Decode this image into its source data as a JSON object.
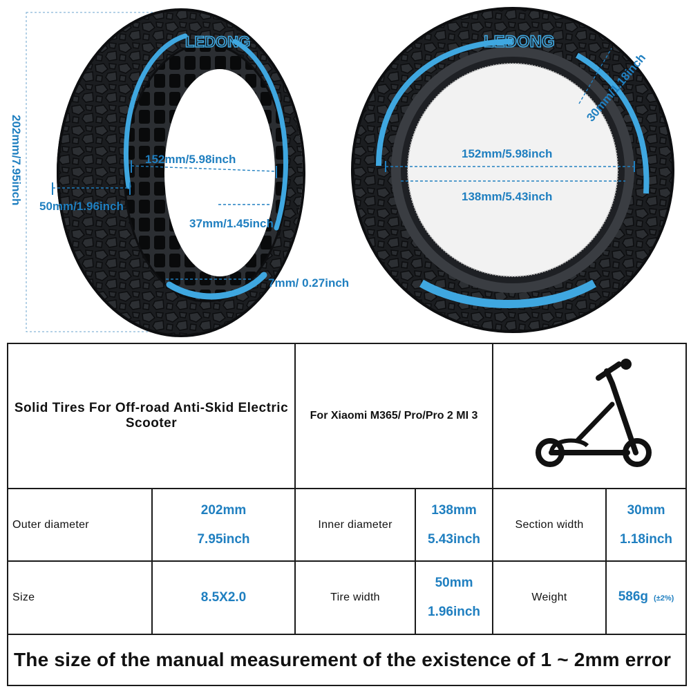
{
  "brand": "LEDONG",
  "dimensions": {
    "height_left": "202mm/7.95inch",
    "left_inner": "152mm/5.98inch",
    "left_width": "50mm/1.96inch",
    "left_hole": "37mm/1.45inch",
    "left_rib": "7mm/ 0.27inch",
    "right_section": "30mm/1.18inch",
    "right_inner_outer": "152mm/5.98inch",
    "right_inner": "138mm/5.43inch"
  },
  "table": {
    "title": "Solid Tires For Off-road Anti-Skid Electric Scooter",
    "compat": "For Xiaomi M365/ Pro/Pro 2 MI 3",
    "rows": [
      [
        {
          "label": "Outer diameter",
          "v1": "202mm",
          "v2": "7.95inch"
        },
        {
          "label": "Inner diameter",
          "v1": "138mm",
          "v2": "5.43inch"
        },
        {
          "label": "Section width",
          "v1": "30mm",
          "v2": "1.18inch"
        }
      ],
      [
        {
          "label": "Size",
          "v1": "8.5X2.0",
          "v2": ""
        },
        {
          "label": "Tire width",
          "v1": "50mm",
          "v2": "1.96inch"
        },
        {
          "label": "Weight",
          "v1": "586g",
          "v2": "(±2%)"
        }
      ]
    ],
    "note": "The size of the manual measurement of the existence of 1 ~ 2mm error"
  },
  "colors": {
    "accent": "#1f7fc0",
    "tread_blue": "#3fa7e0",
    "rubber": "#1b1d20"
  }
}
